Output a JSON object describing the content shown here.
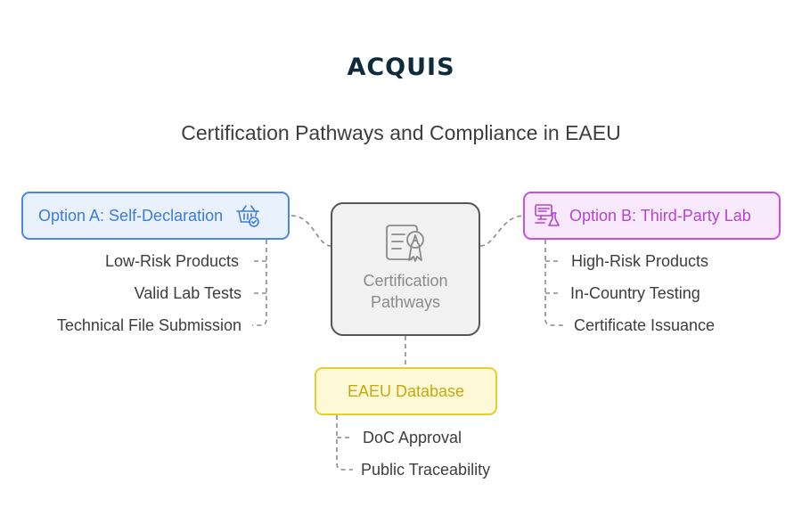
{
  "logo": "ACQUIS",
  "title": "Certification Pathways and Compliance in EAEU",
  "center": {
    "label_line1": "Certification",
    "label_line2": "Pathways",
    "icon": "certificate-icon"
  },
  "option_a": {
    "label": "Option A: Self-Declaration",
    "icon": "basket-check-icon",
    "items": [
      "Low-Risk Products",
      "Valid Lab Tests",
      "Technical File Submission"
    ]
  },
  "option_b": {
    "label": "Option B: Third-Party Lab",
    "icon": "lab-computer-icon",
    "items": [
      "High-Risk Products",
      "In-Country Testing",
      "Certificate Issuance"
    ]
  },
  "database": {
    "label": "EAEU Database",
    "items": [
      "DoC Approval",
      "Public Traceability"
    ]
  },
  "colors": {
    "option_a_accent": "#4a86e8",
    "option_b_accent": "#c94ee6",
    "database_accent": "#e7cd2f",
    "center_border": "#555555"
  }
}
